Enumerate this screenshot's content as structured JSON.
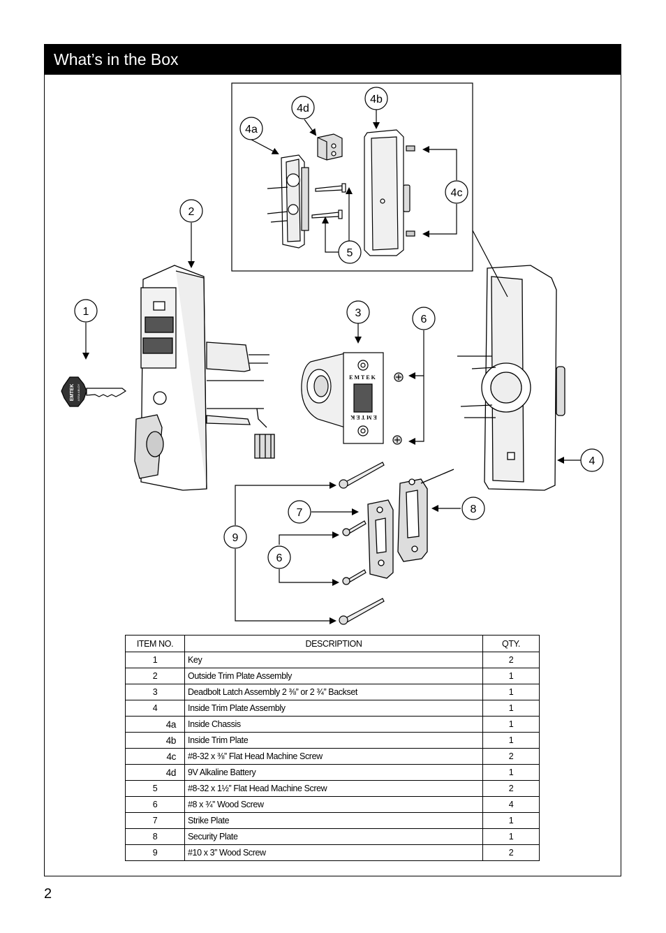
{
  "header": {
    "title": "What’s in the Box"
  },
  "diagram": {
    "brand": "EMTEK",
    "key_brand": "EMTEK",
    "key_sub": "ASSA ABLOY",
    "callouts": [
      "1",
      "2",
      "3",
      "4",
      "4a",
      "4b",
      "4c",
      "4d",
      "5",
      "6",
      "6",
      "7",
      "8",
      "9"
    ]
  },
  "table": {
    "headers": [
      "ITEM NO.",
      "DESCRIPTION",
      "QTY."
    ],
    "rows": [
      {
        "no": "1",
        "desc": "Key",
        "qty": "2"
      },
      {
        "no": "2",
        "desc": "Outside Trim Plate Assembly",
        "qty": "1"
      },
      {
        "no": "3",
        "desc": "Deadbolt Latch Assembly 2 ⅜” or 2 ¾” Backset",
        "qty": "1"
      },
      {
        "no": "4",
        "desc": "Inside Trim Plate Assembly",
        "qty": "1"
      },
      {
        "no": "4a",
        "desc": "Inside Chassis",
        "qty": "1"
      },
      {
        "no": "4b",
        "desc": "Inside Trim Plate",
        "qty": "1"
      },
      {
        "no": "4c",
        "desc": "#8-32 x ⅜” Flat Head Machine Screw",
        "qty": "2"
      },
      {
        "no": "4d",
        "desc": "9V Alkaline Battery",
        "qty": "1"
      },
      {
        "no": "5",
        "desc": "#8-32 x 1½” Flat Head Machine Screw",
        "qty": "2"
      },
      {
        "no": "6",
        "desc": "#8 x ¾” Wood Screw",
        "qty": "4"
      },
      {
        "no": "7",
        "desc": "Strike Plate",
        "qty": "1"
      },
      {
        "no": "8",
        "desc": "Security Plate",
        "qty": "1"
      },
      {
        "no": "9",
        "desc": "#10 x 3” Wood Screw",
        "qty": "2"
      }
    ]
  },
  "page_number": "2"
}
